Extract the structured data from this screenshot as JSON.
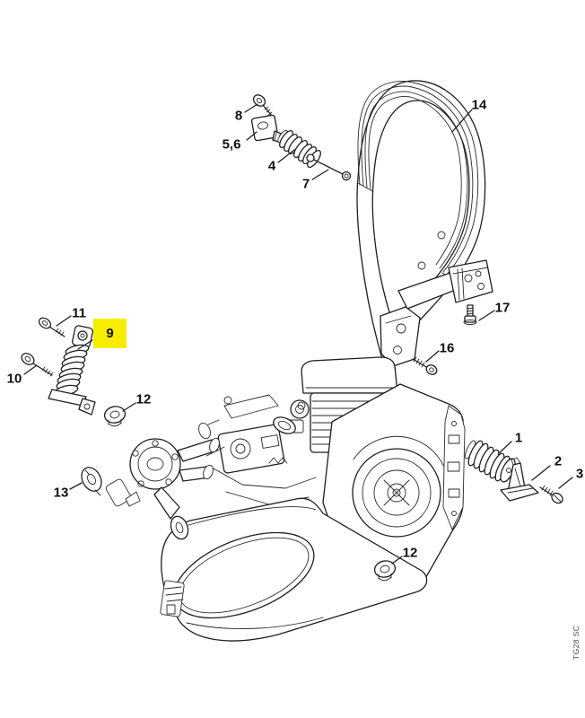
{
  "diagram": {
    "watermark": {
      "text": "TG28 SC",
      "color": "#4d4d4d"
    },
    "colors": {
      "background": "#ffffff",
      "line": "#1f1f1f",
      "highlight": "#f8ed00",
      "label": "#101010"
    },
    "highlighted_callout": "9",
    "callouts": [
      {
        "label": "8",
        "points_to": "socket-head-screw",
        "highlighted": false
      },
      {
        "label": "5,6",
        "points_to": "swivel-block-fitting",
        "highlighted": false
      },
      {
        "label": "4",
        "points_to": "coil-spring",
        "highlighted": false
      },
      {
        "label": "7",
        "points_to": "long-pin",
        "highlighted": false
      },
      {
        "label": "14",
        "points_to": "wraparound-handlebar",
        "highlighted": false
      },
      {
        "label": "17",
        "points_to": "screw",
        "highlighted": false
      },
      {
        "label": "16",
        "points_to": "screw",
        "highlighted": false
      },
      {
        "label": "11",
        "points_to": "screw",
        "highlighted": false
      },
      {
        "label": "9",
        "points_to": "av-spring-strut",
        "highlighted": true
      },
      {
        "label": "10",
        "points_to": "long-screw",
        "highlighted": false
      },
      {
        "label": "12",
        "points_to": "plug",
        "highlighted": false
      },
      {
        "label": "13",
        "points_to": "rubber-buffer",
        "highlighted": false
      },
      {
        "label": "1",
        "points_to": "av-coil-spring",
        "highlighted": false
      },
      {
        "label": "2",
        "points_to": "bracket",
        "highlighted": false
      },
      {
        "label": "3",
        "points_to": "screw",
        "highlighted": false
      },
      {
        "label": "12",
        "points_to": "plug",
        "highlighted": false
      }
    ]
  }
}
